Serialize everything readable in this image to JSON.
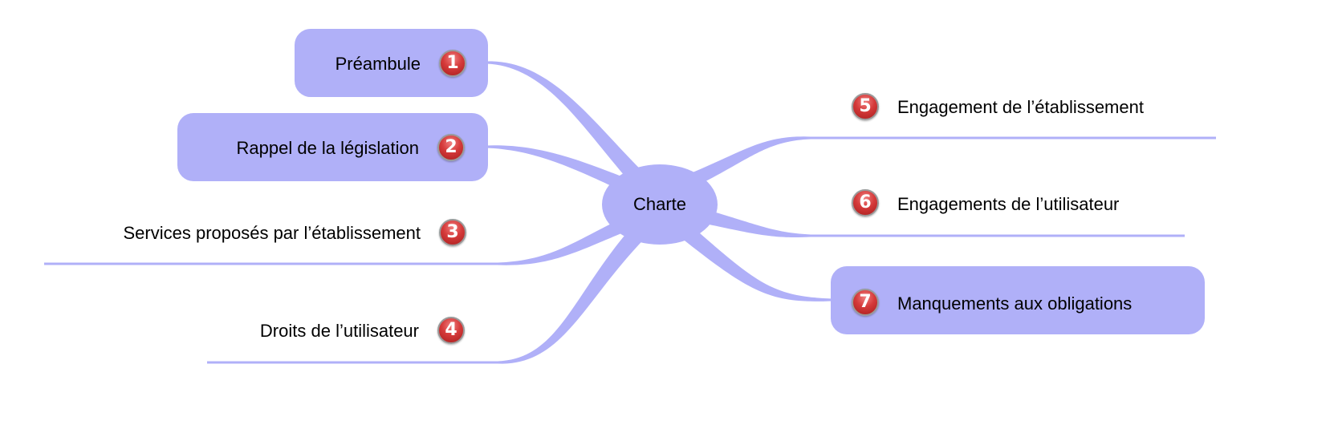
{
  "root": {
    "label": "Charte"
  },
  "branches": [
    {
      "number": "1",
      "label": "Préambule"
    },
    {
      "number": "2",
      "label": "Rappel de la législation"
    },
    {
      "number": "3",
      "label": "Services proposés par l’établissement"
    },
    {
      "number": "4",
      "label": "Droits de l’utilisateur"
    },
    {
      "number": "5",
      "label": "Engagement de l’établissement"
    },
    {
      "number": "6",
      "label": "Engagements de l’utilisateur"
    },
    {
      "number": "7",
      "label": "Manquements aux obligations"
    }
  ],
  "colors": {
    "branch": "#b0b0f8",
    "badge": "#d53a3a"
  }
}
